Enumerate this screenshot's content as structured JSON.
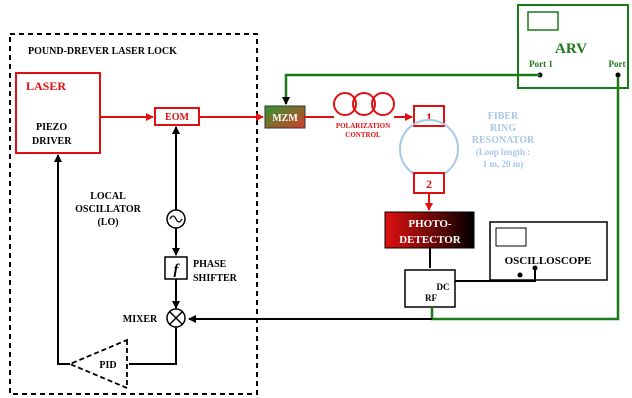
{
  "pdh_box": {
    "title": "POUND-DREVER LASER LOCK"
  },
  "laser": {
    "title": "LASER",
    "piezo_line1": "PIEZO",
    "piezo_line2": "DRIVER"
  },
  "eom": {
    "label": "EOM"
  },
  "mzm": {
    "label": "MZM"
  },
  "polarization": {
    "line1": "POLARIZATION",
    "line2": "CONTROL"
  },
  "port1": {
    "label": "1"
  },
  "port2": {
    "label": "2"
  },
  "resonator": {
    "line1": "FIBER",
    "line2": "RING",
    "line3": "RESONATOR",
    "line4": "(Loop length :",
    "line5": "1 m, 20 m)"
  },
  "photodetector": {
    "line1": "PHOTO-",
    "line2": "DETECTOR"
  },
  "oscilloscope": {
    "label": "OSCILLOSCOPE"
  },
  "dc_rf": {
    "dc": "DC",
    "rf": "RF"
  },
  "arv": {
    "title": "ARV",
    "port1": "Port 1",
    "port2": "Port"
  },
  "lo": {
    "line1": "LOCAL",
    "line2": "OSCILLATOR",
    "line3": "(LO)"
  },
  "phase_shifter": {
    "symbol": "f",
    "line1": "PHASE",
    "line2": "SHIFTER"
  },
  "mixer": {
    "label": "MIXER"
  },
  "pid": {
    "label": "PID"
  },
  "colors": {
    "optical": "#e01010",
    "rf_green": "#1a7a1a",
    "black": "#000000",
    "fiber_blue": "#a8c8e8",
    "mzm_green": "#2a8a2a",
    "mzm_red": "#d03030"
  }
}
